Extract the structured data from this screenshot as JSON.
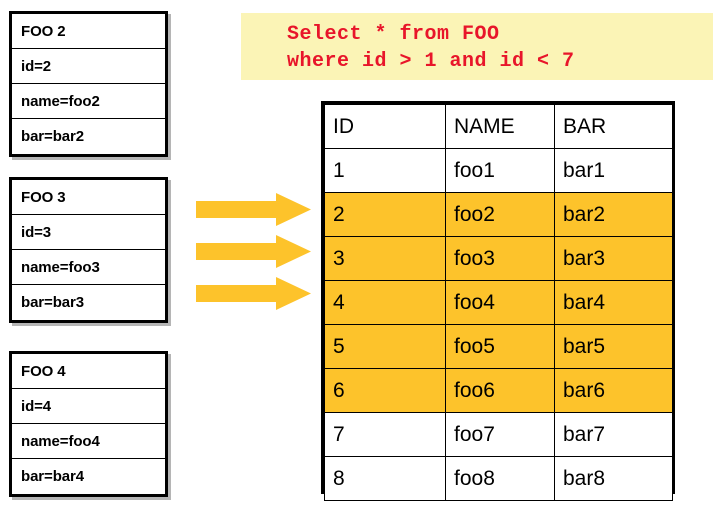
{
  "entities": [
    {
      "id": "foo2",
      "title": "FOO 2",
      "fields": [
        "id=2",
        "name=foo2",
        "bar=bar2"
      ]
    },
    {
      "id": "foo3",
      "title": "FOO 3",
      "fields": [
        "id=3",
        "name=foo3",
        "bar=bar3"
      ]
    },
    {
      "id": "foo4",
      "title": "FOO 4",
      "fields": [
        "id=4",
        "name=foo4",
        "bar=bar4"
      ]
    }
  ],
  "arrows": {
    "count": 3,
    "direction": "right",
    "color": "#fdc32b",
    "icon": "right-arrow-icon"
  },
  "sql": {
    "line1": "Select * from FOO",
    "line2": "where id > 1 and id < 7",
    "text_color": "#e8152a",
    "background_color": "#fbf4b6"
  },
  "result_table": {
    "headers": [
      "ID",
      "NAME",
      "BAR"
    ],
    "highlight_color": "#fdc32b",
    "rows": [
      {
        "id": "1",
        "name": "foo1",
        "bar": "bar1",
        "highlighted": false
      },
      {
        "id": "2",
        "name": "foo2",
        "bar": "bar2",
        "highlighted": true
      },
      {
        "id": "3",
        "name": "foo3",
        "bar": "bar3",
        "highlighted": true
      },
      {
        "id": "4",
        "name": "foo4",
        "bar": "bar4",
        "highlighted": true
      },
      {
        "id": "5",
        "name": "foo5",
        "bar": "bar5",
        "highlighted": true
      },
      {
        "id": "6",
        "name": "foo6",
        "bar": "bar6",
        "highlighted": true
      },
      {
        "id": "7",
        "name": "foo7",
        "bar": "bar7",
        "highlighted": false
      },
      {
        "id": "8",
        "name": "foo8",
        "bar": "bar8",
        "highlighted": false
      }
    ]
  }
}
